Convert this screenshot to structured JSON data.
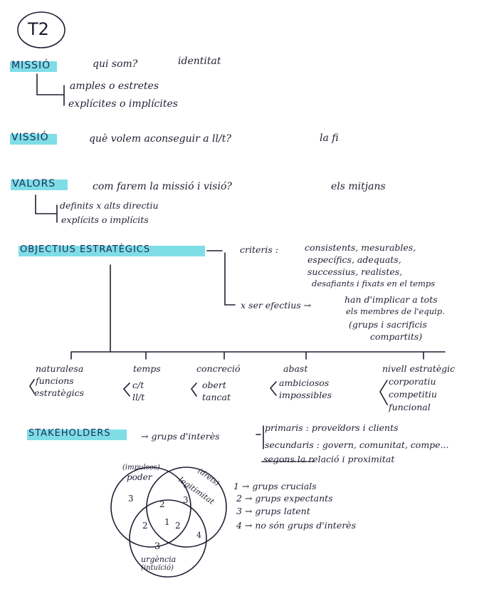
{
  "title": "T2",
  "mission": {
    "heading": "MISSIÓ",
    "question": "qui som?",
    "answer": "identitat",
    "branch1": "amples o estretes",
    "branch2": "explícites o implícites"
  },
  "vision": {
    "heading": "VISSIÓ",
    "question": "què volem aconseguir a ll/t?",
    "answer": "la fi"
  },
  "values": {
    "heading": "VALORS",
    "question": "com farem la missió i visió?",
    "answer": "els mitjans",
    "branch1": "definits x alts directiu",
    "branch2": "explícits o implícits"
  },
  "objectives": {
    "heading": "OBJECTIUS ESTRATÈGICS",
    "criteria_label": "criteris :",
    "criteria": [
      "consistents, mesurables,",
      "específics, adequats,",
      "successius, realistes,",
      "desafiants i fixats en el temps"
    ],
    "effective_label": "x ser efectius →",
    "effective": [
      "han d'implicar a tots",
      "els membres de l'equip.",
      "(grups i sacrificis",
      "compartits)"
    ],
    "categories": [
      {
        "label": "naturalesa",
        "items": [
          "funcions",
          "estratègics"
        ]
      },
      {
        "label": "temps",
        "items": [
          "c/t",
          "ll/t"
        ]
      },
      {
        "label": "concreció",
        "items": [
          "obert",
          "tancat"
        ]
      },
      {
        "label": "abast",
        "items": [
          "ambiciosos",
          "impossibles"
        ]
      },
      {
        "label": "nivell estratègic",
        "items": [
          "corporatiu",
          "competitiu",
          "funcional"
        ]
      }
    ]
  },
  "stakeholders": {
    "heading": "STAKEHOLDERS",
    "definition": "→ grups d'interès",
    "primary": "primaris : proveïdors i clients",
    "secondary": "secundaris : govern, comunitat, compe...",
    "relation": "segons la relació i proximitat",
    "venn": {
      "poder": "poder",
      "poder_note": "(impulsos)",
      "legitimitat": "legitimitat",
      "legitimitat_note": "(drets)",
      "urgencia": "urgència",
      "urgencia_note": "(intuïció)",
      "n_center": "1",
      "n_pair_top": "2",
      "n_pair_left": "2",
      "n_pair_right": "2",
      "n_single_left": "3",
      "n_single_right": "3",
      "n_single_bottom": "3",
      "n_outside": "4"
    },
    "legend": [
      "1 → grups crucials",
      "2 → grups expectants",
      "3 → grups latent",
      "4 → no són grups d'interès"
    ]
  }
}
